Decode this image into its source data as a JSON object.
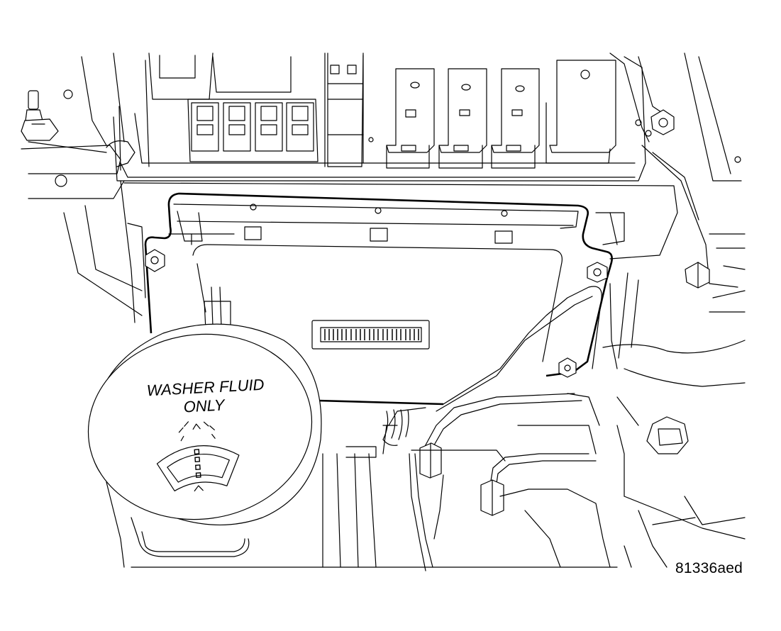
{
  "reservoir_cap": {
    "line1": "WASHER FLUID",
    "line2": "ONLY",
    "symbol": "windshield-washer-icon"
  },
  "figure_reference": "81336aed"
}
